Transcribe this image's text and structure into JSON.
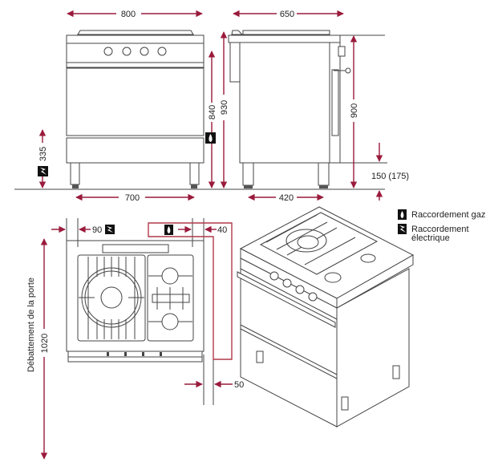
{
  "title": "Cuisinière gaz 800 - plan d'encombrement",
  "colors": {
    "dimension_arrow": "#9a1b3c",
    "clearance_outline": "#b03a4a",
    "line": "#444444"
  },
  "front_view": {
    "width_label": "800",
    "foot_spacing_label": "700",
    "height_worktop_label": "840",
    "height_total_label": "930",
    "electric_height_label": "335",
    "knob_count": 4
  },
  "side_view": {
    "depth_label": "650",
    "foot_depth_label": "420",
    "height_label": "900",
    "gas_height_label": "150 (175)"
  },
  "top_view": {
    "electric_offset_label": "90",
    "gas_offset_label": "40",
    "rear_clearance_label": "50",
    "door_clearance_label": "1020",
    "door_clearance_text": "Débattement de la porte"
  },
  "legend": [
    {
      "icon": "gas-flame-icon",
      "label": "Raccordement gaz"
    },
    {
      "icon": "electric-bolt-icon",
      "label": "Raccordement",
      "label2": "électrique"
    }
  ]
}
